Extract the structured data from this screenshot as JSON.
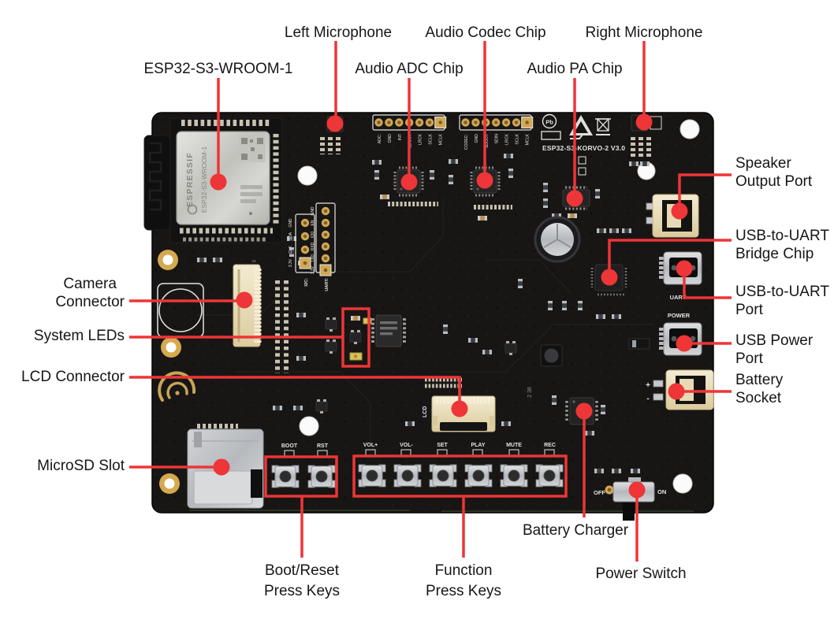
{
  "colors": {
    "annotation-red": "#ee3537",
    "board-black": "#181614",
    "silk-white": "#e4e4e4",
    "pad-gold": "#d2a855",
    "connector-beige": "#ece1c4",
    "metal-silver": "#c7c9cc",
    "led-yellow": "#d6c35c"
  },
  "annotations": {
    "left_microphone": {
      "lines": [
        "Left Microphone"
      ]
    },
    "audio_codec_chip": {
      "lines": [
        "Audio Codec Chip"
      ]
    },
    "right_microphone": {
      "lines": [
        "Right Microphone"
      ]
    },
    "esp32_module": {
      "lines": [
        "ESP32-S3-WROOM-1"
      ]
    },
    "audio_adc_chip": {
      "lines": [
        "Audio ADC Chip"
      ]
    },
    "audio_pa_chip": {
      "lines": [
        "Audio PA Chip"
      ]
    },
    "speaker_output_port": {
      "lines": [
        "Speaker",
        "Output Port"
      ]
    },
    "usb_uart_bridge_chip": {
      "lines": [
        "USB-to-UART",
        "Bridge Chip"
      ]
    },
    "usb_uart_port": {
      "lines": [
        "USB-to-UART",
        "Port"
      ]
    },
    "usb_power_port": {
      "lines": [
        "USB Power",
        "Port"
      ]
    },
    "battery_socket": {
      "lines": [
        "Battery",
        "Socket"
      ]
    },
    "camera_connector": {
      "lines": [
        "Camera",
        "Connector"
      ]
    },
    "system_leds": {
      "lines": [
        "System LEDs"
      ]
    },
    "lcd_connector": {
      "lines": [
        "LCD Connector"
      ]
    },
    "microsd_slot": {
      "lines": [
        "MicroSD Slot"
      ]
    },
    "boot_reset_keys": {
      "lines": [
        "Boot/Reset",
        "Press Keys"
      ]
    },
    "function_keys": {
      "lines": [
        "Function",
        "Press Keys"
      ]
    },
    "battery_charger": {
      "lines": [
        "Battery Charger"
      ]
    },
    "power_switch": {
      "lines": [
        "Power Switch"
      ]
    }
  },
  "board": {
    "model_silk": "ESP32-S3-KORVO-2  V3.0",
    "module": {
      "brand": "ESPRESSIF",
      "name": "ESP32-S3-WROOM-1"
    },
    "silk": {
      "uart_port": "UART",
      "power_port": "POWER",
      "lcd": "LCD",
      "off": "OFF",
      "on": "ON",
      "plus": "+",
      "minus": "-",
      "datecode": "2 38",
      "cam_pin_count": "24",
      "pb_free": "Pb"
    },
    "headers": {
      "adc": {
        "label_pins": [
          "ADC:",
          "GND",
          "INT",
          "SDOUT",
          "LRCK",
          "SCLK",
          "MCLK"
        ]
      },
      "codec": {
        "label_pins": [
          "CODEC:",
          "GND",
          "SDOUT",
          "SDIN",
          "LRCK",
          "SCLK",
          "MCLK"
        ]
      },
      "i2c": {
        "name": "I2C:",
        "label_pins": [
          "GND",
          "SDA",
          "CLK",
          "3.3V"
        ]
      },
      "uart": {
        "name": "UART:",
        "label_pins": [
          "GND",
          "EN",
          "IO0",
          "RXD",
          "TXD",
          "3.3V"
        ]
      }
    },
    "buttons": {
      "boot_reset": [
        "BOOT",
        "RST"
      ],
      "function": [
        "VOL+",
        "VOL-",
        "SET",
        "PLAY",
        "MUTE",
        "REC"
      ]
    }
  }
}
